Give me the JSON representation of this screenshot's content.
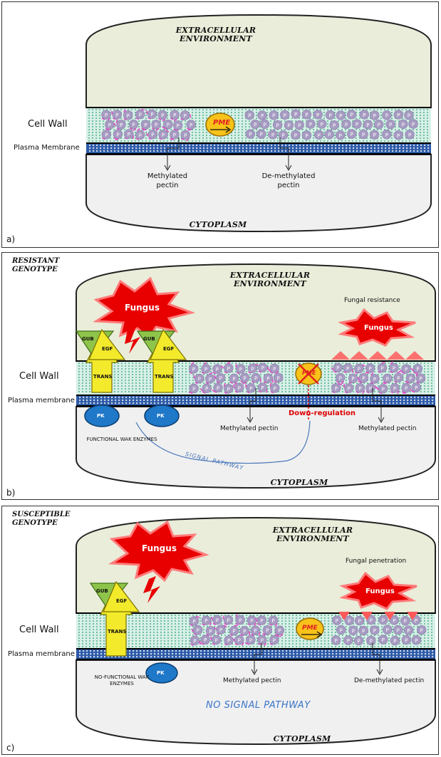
{
  "panel_a": {
    "letter": "a)",
    "extracellular": "EXTRACELLULAR ENVIRONMENT",
    "cell_wall": "Cell Wall",
    "plasma_membrane": "Plasma Membrane",
    "pme": "PME",
    "methylated": "Methylated pectin",
    "demethylated": "De-methylated pectin",
    "cytoplasm": "CYTOPLASM"
  },
  "panel_b": {
    "letter": "b)",
    "genotype": "RESISTANT GENOTYPE",
    "extracellular": "EXTRACELLULAR ENVIRONMENT",
    "fungus_left": "Fungus",
    "fungus_right": "Fungus",
    "fungal_resistance": "Fungal resistance",
    "cell_wall": "Cell Wall",
    "plasma_membrane": "Plasma membrane",
    "gub": "GUB",
    "egf": "EGF",
    "trans": "TRANS",
    "pk": "PK",
    "pme": "PME",
    "down_regulation": "Down-regulation",
    "methylated_left": "Methylated pectin",
    "methylated_right": "Methylated pectin",
    "wak": "FUNCTIONAL WAK ENZYMES",
    "signal": "SIGNAL PATHWAY",
    "cytoplasm": "CYTOPLASM"
  },
  "panel_c": {
    "letter": "c)",
    "genotype": "SUSCEPTIBLE GENOTYPE",
    "extracellular": "EXTRACELLULAR ENVIRONMENT",
    "fungus_left": "Fungus",
    "fungus_right": "Fungus",
    "fungal_penetration": "Fungal penetration",
    "cell_wall": "Cell Wall",
    "plasma_membrane": "Plasma membrane",
    "gub": "GUB",
    "egf": "EGF",
    "trans": "TRANS",
    "pk": "PK",
    "pme": "PME",
    "methylated": "Methylated pectin",
    "demethylated": "De-methylated pectin",
    "wak": "NO-FUNCTIONAL WAK ENZYMES",
    "no_signal": "NO SIGNAL PATHWAY",
    "cytoplasm": "CYTOPLASM"
  },
  "pectin_glyph": "P",
  "colors": {
    "extracellular": "#e9edd9",
    "cytoplasm": "#f0f0f0",
    "wall": "#d6f0e8",
    "wall_dots": "#2e9a6a",
    "pectin": "#a79bc2",
    "methyl": "#e24fc6",
    "membrane": "#2c5aa8",
    "fungus": "#e80000",
    "receptor_green": "#8fc44a",
    "receptor_yellow": "#f3ea2c",
    "pk": "#1f78c8",
    "pme": "#f7c21a",
    "signal": "#4a78b8"
  }
}
